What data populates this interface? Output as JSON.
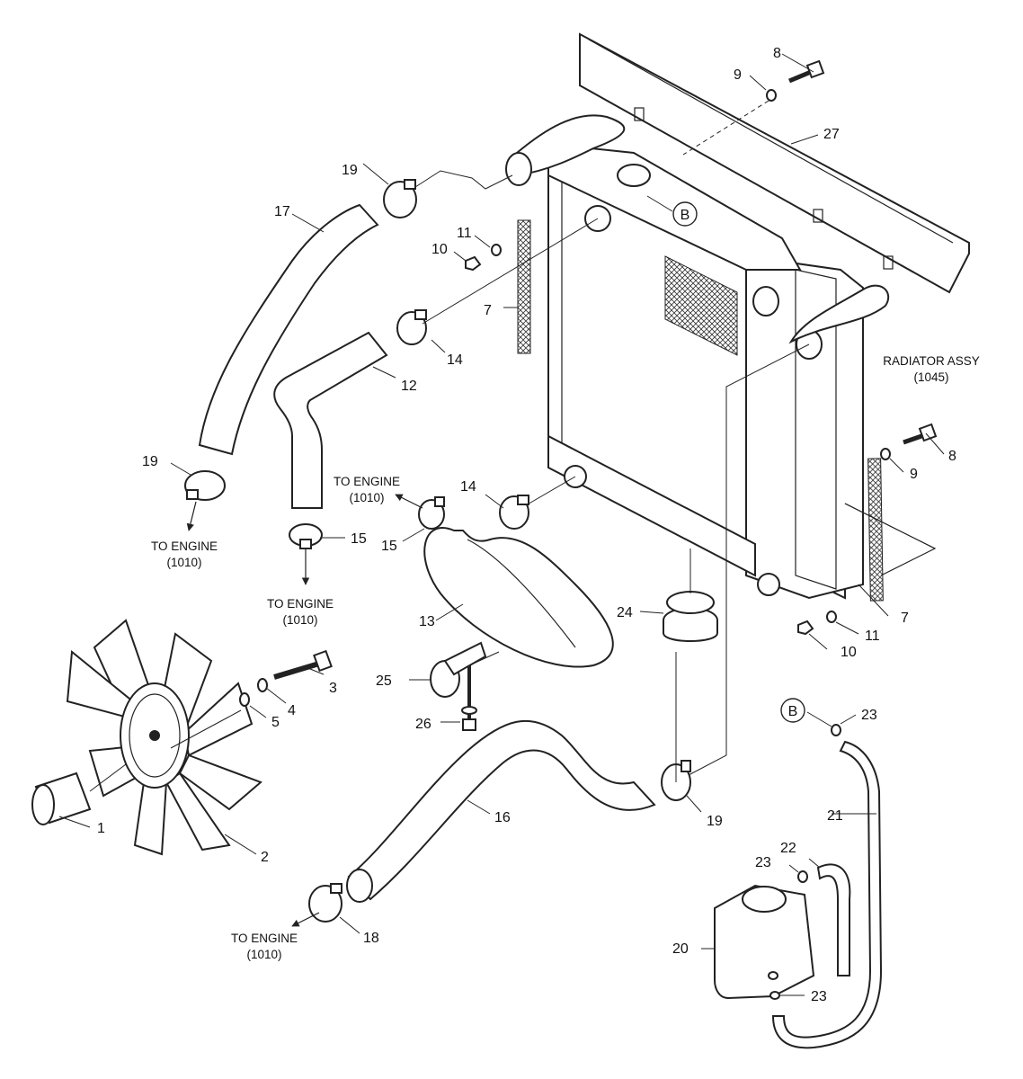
{
  "callouts": [
    {
      "id": "c1",
      "text": "1"
    },
    {
      "id": "c2",
      "text": "2"
    },
    {
      "id": "c3",
      "text": "3"
    },
    {
      "id": "c4",
      "text": "4"
    },
    {
      "id": "c5",
      "text": "5"
    },
    {
      "id": "c7a",
      "text": "7"
    },
    {
      "id": "c7b",
      "text": "7"
    },
    {
      "id": "c8a",
      "text": "8"
    },
    {
      "id": "c8b",
      "text": "8"
    },
    {
      "id": "c9a",
      "text": "9"
    },
    {
      "id": "c9b",
      "text": "9"
    },
    {
      "id": "c10a",
      "text": "10"
    },
    {
      "id": "c10b",
      "text": "10"
    },
    {
      "id": "c11a",
      "text": "11"
    },
    {
      "id": "c11b",
      "text": "11"
    },
    {
      "id": "c12",
      "text": "12"
    },
    {
      "id": "c13",
      "text": "13"
    },
    {
      "id": "c14a",
      "text": "14"
    },
    {
      "id": "c14b",
      "text": "14"
    },
    {
      "id": "c15a",
      "text": "15"
    },
    {
      "id": "c15b",
      "text": "15"
    },
    {
      "id": "c16",
      "text": "16"
    },
    {
      "id": "c17",
      "text": "17"
    },
    {
      "id": "c18",
      "text": "18"
    },
    {
      "id": "c19a",
      "text": "19"
    },
    {
      "id": "c19b",
      "text": "19"
    },
    {
      "id": "c19c",
      "text": "19"
    },
    {
      "id": "c20",
      "text": "20"
    },
    {
      "id": "c21",
      "text": "21"
    },
    {
      "id": "c22",
      "text": "22"
    },
    {
      "id": "c23a",
      "text": "23"
    },
    {
      "id": "c23b",
      "text": "23"
    },
    {
      "id": "c23c",
      "text": "23"
    },
    {
      "id": "c24",
      "text": "24"
    },
    {
      "id": "c25",
      "text": "25"
    },
    {
      "id": "c26",
      "text": "26"
    },
    {
      "id": "c27",
      "text": "27"
    }
  ],
  "reference_markers": [
    {
      "id": "b_top",
      "text": "B"
    },
    {
      "id": "b_right",
      "text": "B"
    }
  ],
  "notes": {
    "to_engine_1": "TO ENGINE",
    "to_engine_1_ref": "(1010)",
    "to_engine_2": "TO ENGINE",
    "to_engine_2_ref": "(1010)",
    "to_engine_3": "TO ENGINE",
    "to_engine_3_ref": "(1010)",
    "to_engine_4": "TO ENGINE",
    "to_engine_4_ref": "(1010)",
    "radiator_assy": "RADIATOR ASSY",
    "radiator_assy_ref": "(1045)"
  }
}
